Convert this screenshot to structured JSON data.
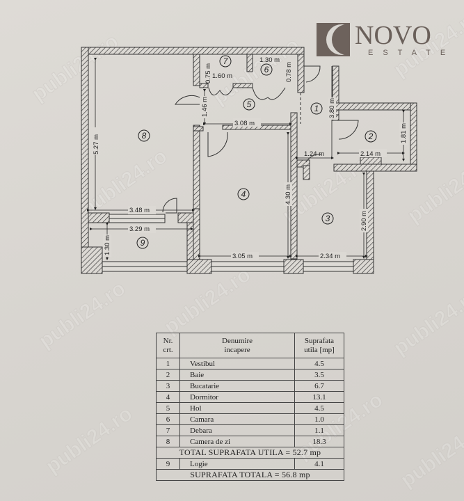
{
  "brand": {
    "name": "NOVO",
    "subtitle": "ESTATE",
    "color": "#6a605a"
  },
  "watermark": "publi24.ro",
  "floorplan": {
    "rooms": [
      {
        "id": "1",
        "label": "1"
      },
      {
        "id": "2",
        "label": "2"
      },
      {
        "id": "3",
        "label": "3"
      },
      {
        "id": "4",
        "label": "4"
      },
      {
        "id": "5",
        "label": "5"
      },
      {
        "id": "6",
        "label": "6"
      },
      {
        "id": "7",
        "label": "7"
      },
      {
        "id": "8",
        "label": "8"
      },
      {
        "id": "9",
        "label": "9"
      }
    ],
    "dimensions": {
      "d527": "5.27 m",
      "d075": "0.75 m",
      "d160": "1.60 m",
      "d130top": "1.30 m",
      "d078": "0.78 m",
      "d146": "1.46 m",
      "d308": "3.08 m",
      "d380": "3.80 m",
      "d181": "1.81 m",
      "d124": "1.24 m",
      "d214": "2.14 m",
      "d430": "4.30 m",
      "d290": "2.90 m",
      "d348": "3.48 m",
      "d329": "3.29 m",
      "d130": "1.30 m",
      "d305": "3.05 m",
      "d234": "2.34 m"
    }
  },
  "table": {
    "headers": {
      "nr": "Nr. crt.",
      "nr1": "Nr.",
      "nr2": "crt.",
      "name1": "Denumire",
      "name2": "incapere",
      "area1": "Suprafata",
      "area2": "utila [mp]"
    },
    "rows": [
      {
        "nr": "1",
        "name": "Vestibul",
        "area": "4.5"
      },
      {
        "nr": "2",
        "name": "Baie",
        "area": "3.5"
      },
      {
        "nr": "3",
        "name": "Bucatarie",
        "area": "6.7"
      },
      {
        "nr": "4",
        "name": "Dormitor",
        "area": "13.1"
      },
      {
        "nr": "5",
        "name": "Hol",
        "area": "4.5"
      },
      {
        "nr": "6",
        "name": "Camara",
        "area": "1.0"
      },
      {
        "nr": "7",
        "name": "Debara",
        "area": "1.1"
      },
      {
        "nr": "8",
        "name": "Camera de zi",
        "area": "18.3"
      }
    ],
    "total_util": "TOTAL SUPRAFATA UTILA = 52.7 mp",
    "extra_row": {
      "nr": "9",
      "name": "Logie",
      "area": "4.1"
    },
    "total": "SUPRAFATA TOTALA = 56.8 mp"
  }
}
